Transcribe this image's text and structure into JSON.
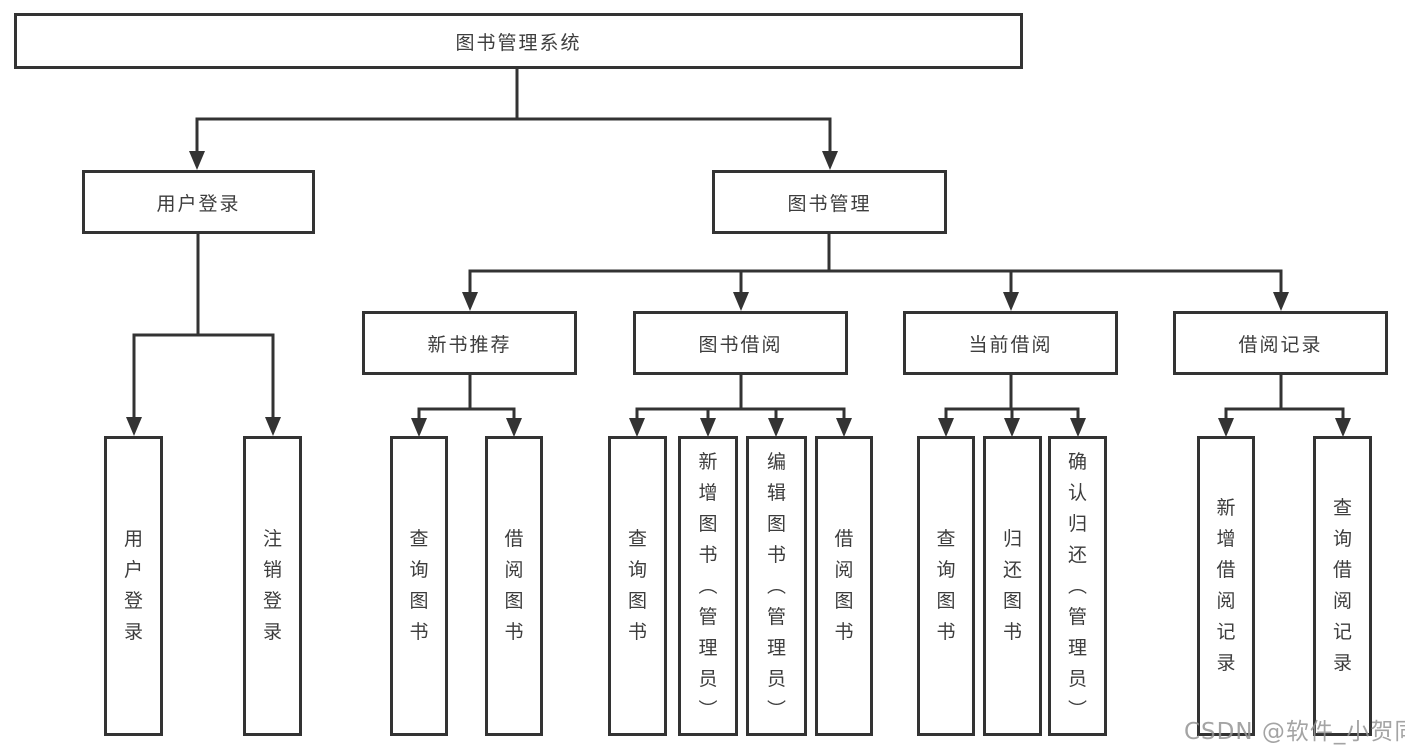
{
  "diagram": {
    "root": {
      "label": "图书管理系统"
    },
    "branches": [
      {
        "label": "用户登录",
        "children": [
          {
            "label": "用户登录"
          },
          {
            "label": "注销登录"
          }
        ]
      },
      {
        "label": "图书管理",
        "sections": [
          {
            "label": "新书推荐",
            "children": [
              {
                "label": "查询图书"
              },
              {
                "label": "借阅图书"
              }
            ]
          },
          {
            "label": "图书借阅",
            "children": [
              {
                "label": "查询图书"
              },
              {
                "label": "新增图书（管理员）"
              },
              {
                "label": "编辑图书（管理员）"
              },
              {
                "label": "借阅图书"
              }
            ]
          },
          {
            "label": "当前借阅",
            "children": [
              {
                "label": "查询图书"
              },
              {
                "label": "归还图书"
              },
              {
                "label": "确认归还（管理员）"
              }
            ]
          },
          {
            "label": "借阅记录",
            "children": [
              {
                "label": "新增借阅记录"
              },
              {
                "label": "查询借阅记录"
              }
            ]
          }
        ]
      }
    ],
    "colors": {
      "line": "#333333",
      "text": "#3d3d3d",
      "background": "#ffffff",
      "watermark": "#949494"
    },
    "watermark": "CSDN @软件_小贺同学"
  }
}
